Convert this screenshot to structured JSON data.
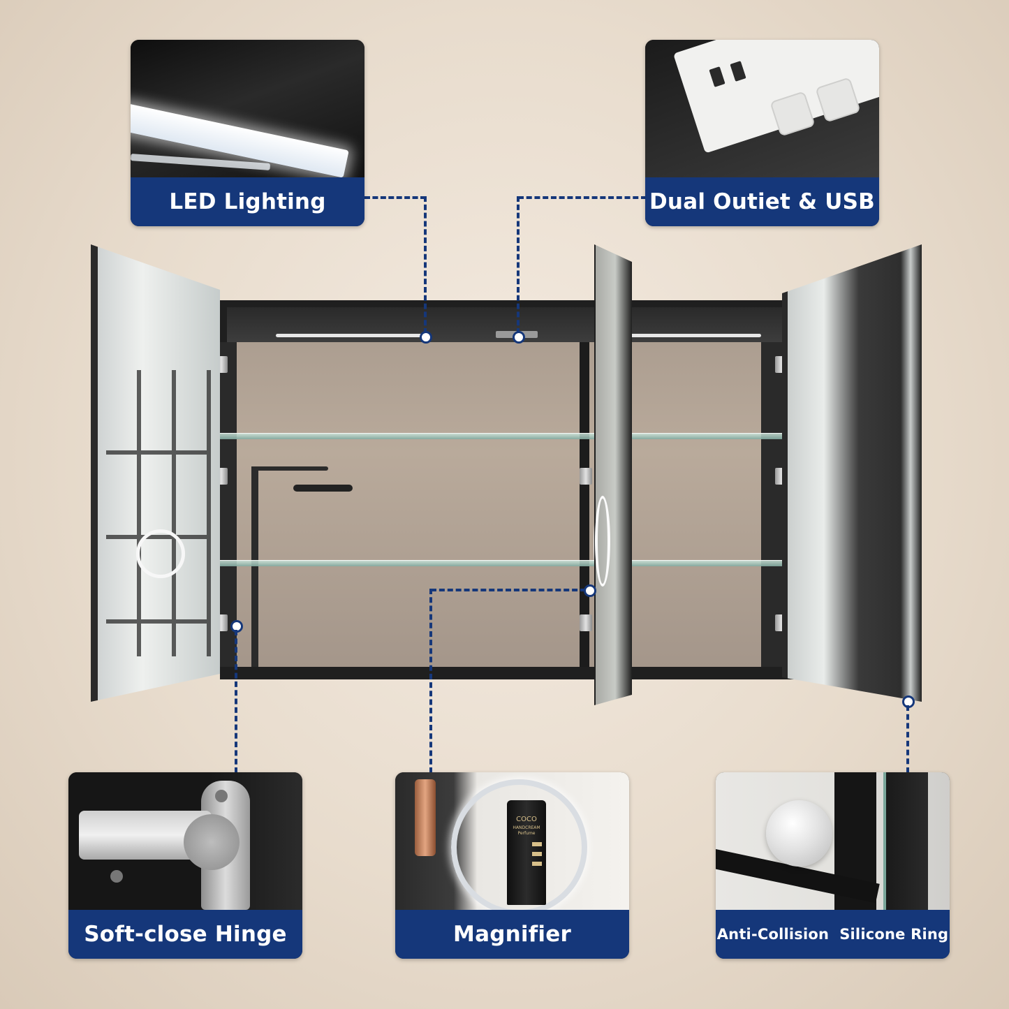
{
  "callouts": {
    "led": {
      "label": "LED Lighting",
      "icon": "led-strip-photo"
    },
    "outlet": {
      "label": "Dual Outiet & USB",
      "icon": "outlet-usb-photo"
    },
    "hinge": {
      "label": "Soft-close Hinge",
      "icon": "hinge-photo"
    },
    "magnifier": {
      "label": "Magnifier",
      "icon": "magnifier-photo"
    },
    "ring": {
      "label": "Anti-Collision  Silicone Ring",
      "icon": "silicone-ring-photo"
    }
  },
  "product_text": {
    "tube_brand": "COCO",
    "tube_line1": "HANDCREAM",
    "tube_line2": "Perfume"
  },
  "colors": {
    "label_bar": "#15377a",
    "connector": "#15377a",
    "background": "#ece2d6",
    "cabinet_frame": "#1f1f1f"
  }
}
